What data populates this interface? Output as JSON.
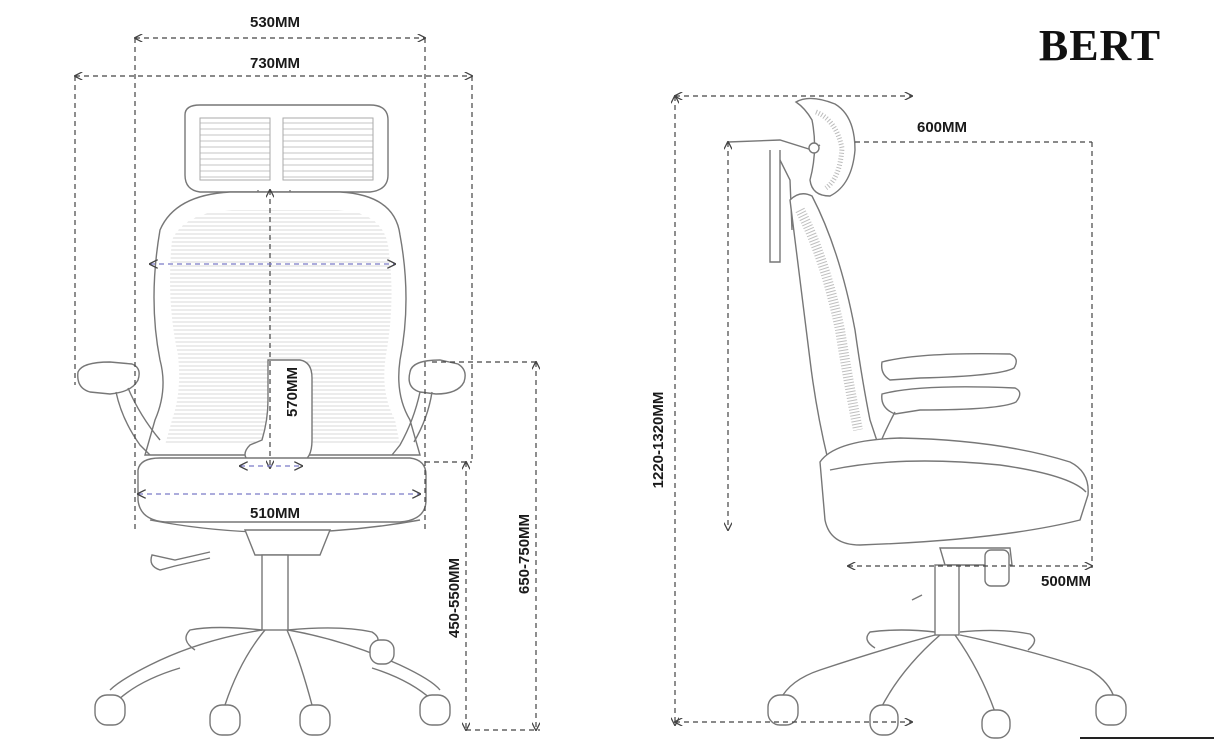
{
  "product": {
    "name": "BERT"
  },
  "dimensions": {
    "front": {
      "backrest_outer_width": "530MM",
      "overall_width": "730MM",
      "backrest_height": "570MM",
      "seat_width": "510MM",
      "seat_height": "450-550MM",
      "armrest_height": "650-750MM"
    },
    "side": {
      "overall_height": "1220-1320MM",
      "depth": "600MM",
      "seat_depth": "500MM"
    }
  },
  "colors": {
    "line": "#777777",
    "dimension": "#444444",
    "dimension_accent": "#7a7ac8",
    "text": "#1a1a1a"
  }
}
